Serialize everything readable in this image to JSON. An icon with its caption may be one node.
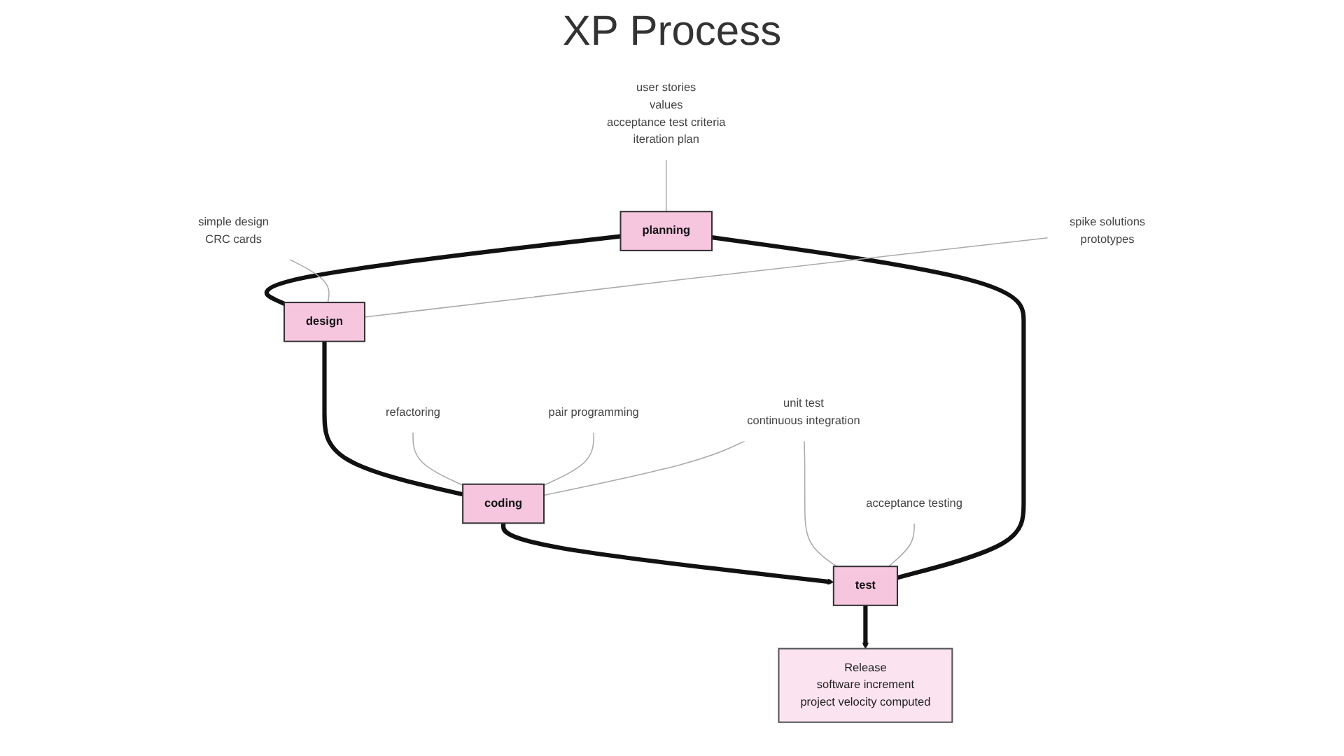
{
  "diagram": {
    "title": "XP Process",
    "nodes": [
      {
        "text": [
          "planning"
        ]
      },
      {
        "text": [
          "design"
        ]
      },
      {
        "text": [
          "coding"
        ]
      },
      {
        "text": [
          "test"
        ]
      },
      {
        "text": [
          "user stories",
          "values",
          "acceptance test criteria",
          "iteration plan"
        ]
      },
      {
        "text": [
          "simple design",
          "CRC cards"
        ]
      },
      {
        "text": [
          "spike solutions",
          "prototypes"
        ]
      },
      {
        "text": [
          "refactoring"
        ]
      },
      {
        "text": [
          "pair programming"
        ]
      },
      {
        "text": [
          "unit test",
          "continuous integration"
        ]
      },
      {
        "text": [
          "acceptance testing"
        ]
      },
      {
        "text": [
          "Release",
          "software increment",
          "project velocity computed"
        ]
      }
    ],
    "edges": [
      {
        "from": 0,
        "to": 1,
        "arrow": "none",
        "style": "thick",
        "color": "#111111"
      },
      {
        "from": 1,
        "to": 2,
        "arrow": "none",
        "style": "thick",
        "color": "#111111"
      },
      {
        "from": 2,
        "to": 3,
        "arrow": "to",
        "style": "thick",
        "color": "#111111"
      },
      {
        "from": 3,
        "to": 0,
        "arrow": "none",
        "style": "thick",
        "color": "#111111"
      },
      {
        "from": 3,
        "to": 11,
        "arrow": "to",
        "style": "thick",
        "color": "#111111"
      },
      {
        "from": 4,
        "to": 0,
        "arrow": "none"
      },
      {
        "from": 5,
        "to": 1,
        "arrow": "none"
      },
      {
        "from": 6,
        "to": 1,
        "arrow": "none"
      },
      {
        "from": 7,
        "to": 2,
        "arrow": "none"
      },
      {
        "from": 8,
        "to": 2,
        "arrow": "none"
      },
      {
        "from": 9,
        "to": 3,
        "arrow": "none"
      },
      {
        "from": 9,
        "to": 2,
        "arrow": "none"
      },
      {
        "from": 10,
        "to": 3,
        "arrow": "none"
      }
    ]
  }
}
